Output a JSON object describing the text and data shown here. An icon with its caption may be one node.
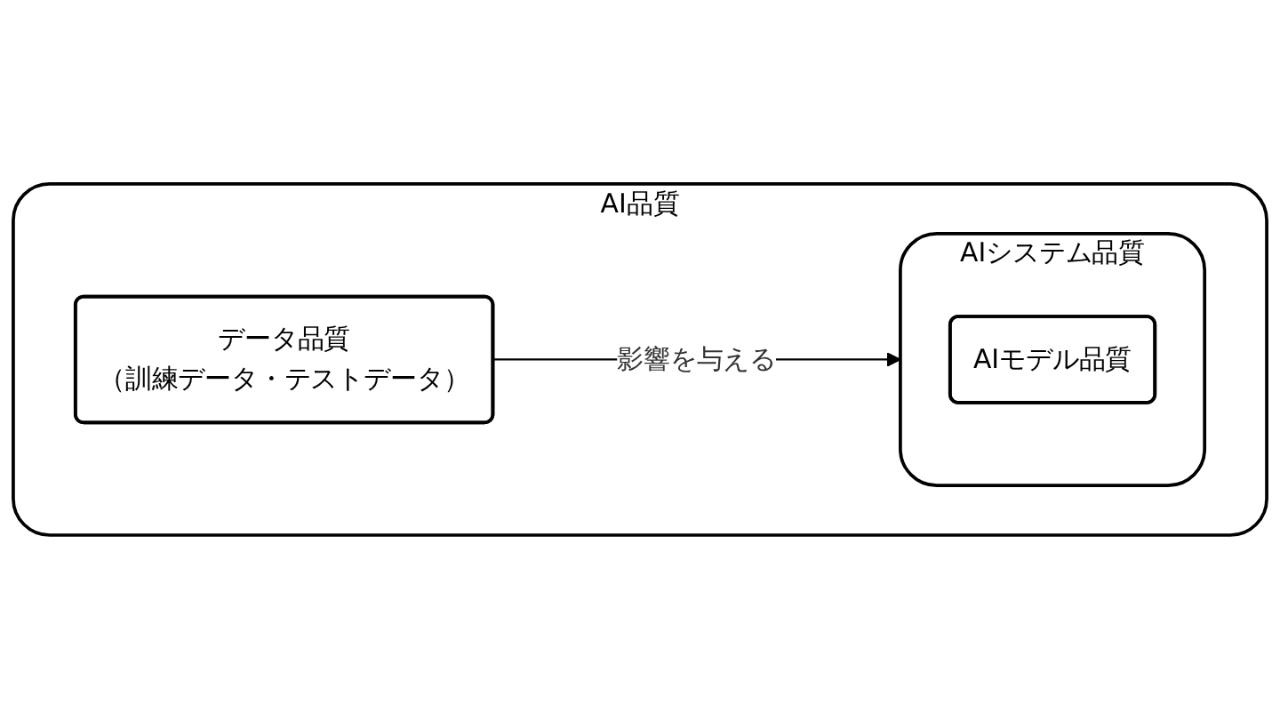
{
  "diagram": {
    "nodes": [
      {
        "text": [
          "AI品質"
        ]
      },
      {
        "text": [
          "AIシステム品質"
        ],
        "in": 0
      },
      {
        "text": [
          "AIモデル品質"
        ],
        "in": 1
      },
      {
        "text": [
          "データ品質",
          "（訓練データ・テストデータ）"
        ],
        "in": 0
      }
    ],
    "edges": [
      {
        "from": 3,
        "to": 1,
        "arrow": "to",
        "label": "影響を与える"
      }
    ]
  }
}
